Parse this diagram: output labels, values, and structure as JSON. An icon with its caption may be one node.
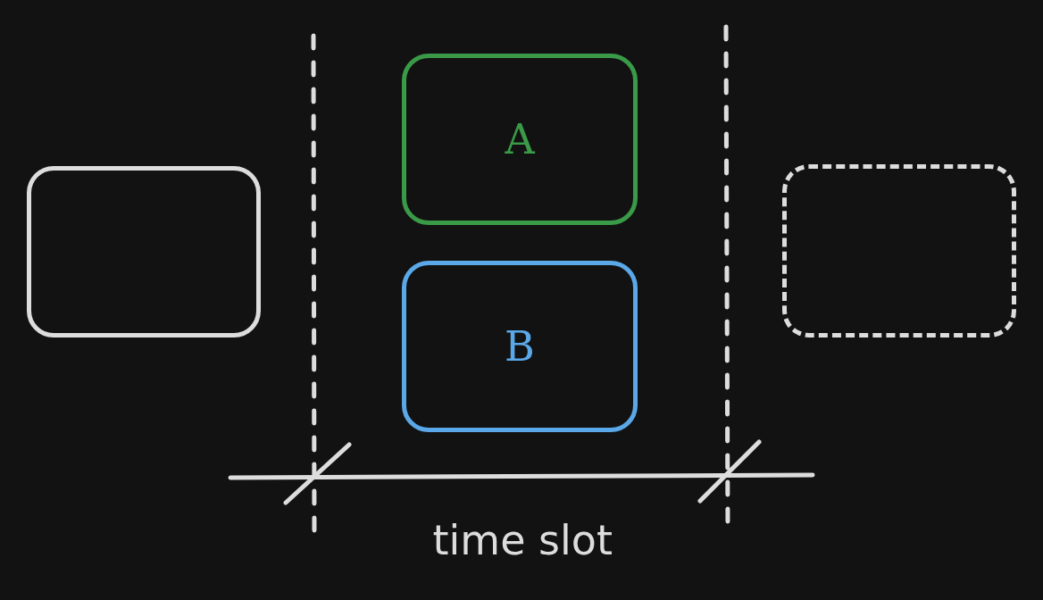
{
  "diagram": {
    "nodes": [
      {
        "text": [],
        "shape": "box"
      },
      {
        "text": [
          "A"
        ]
      },
      {
        "text": [
          "B"
        ]
      },
      {
        "text": [],
        "shape": "box"
      }
    ],
    "labels": [
      "time slot"
    ]
  }
}
